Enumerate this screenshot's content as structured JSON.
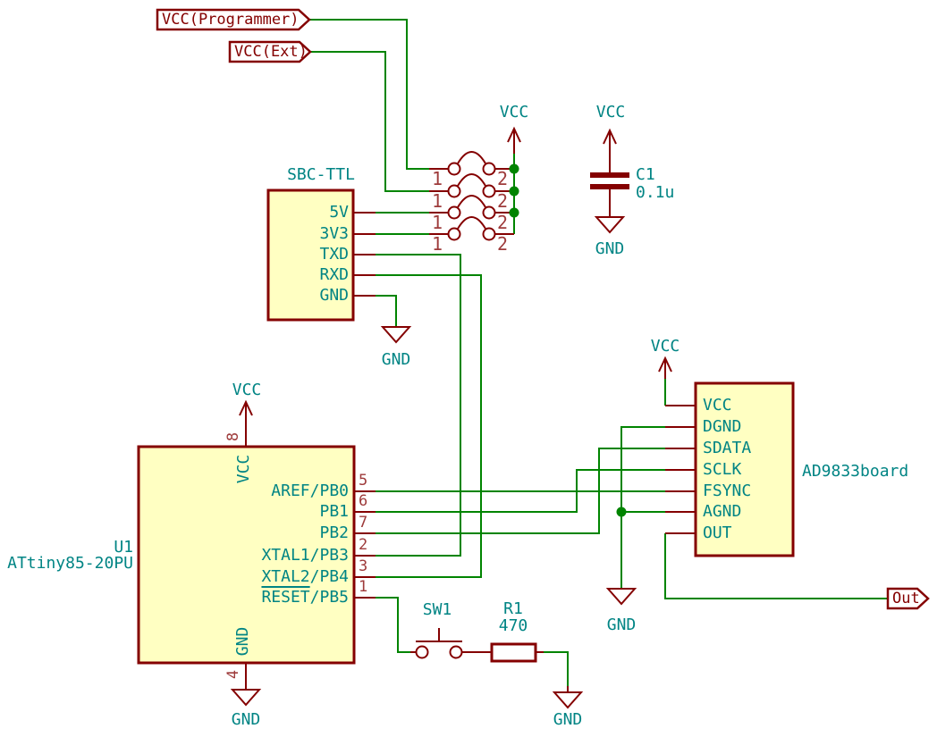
{
  "colors": {
    "background": "#FFFFFF",
    "wire_green": "#008400",
    "symbol_red": "#840000",
    "component_fill": "#FFFFC2",
    "text_teal": "#008484",
    "pin_number_red": "#9E3B3B",
    "junction_green": "#008400"
  },
  "global_labels": {
    "vcc_programmer": "VCC(Programmer)",
    "vcc_ext": "VCC(Ext)",
    "out": "Out"
  },
  "power": {
    "vcc": "VCC",
    "gnd": "GND"
  },
  "sbc_ttl": {
    "title": "SBC-TTL",
    "pins": [
      "5V",
      "3V3",
      "TXD",
      "RXD",
      "GND"
    ]
  },
  "jumper_block": {
    "left_pin_number": "1",
    "right_pin_number": "2"
  },
  "c1": {
    "ref": "C1",
    "value": "0.1u"
  },
  "u1": {
    "ref": "U1",
    "value": "ATtiny85-20PU",
    "top_pin": {
      "name": "VCC",
      "number": "8"
    },
    "bottom_pin": {
      "name": "GND",
      "number": "4"
    },
    "right_pins": [
      {
        "name": "AREF/PB0",
        "number": "5"
      },
      {
        "name": "PB1",
        "number": "6"
      },
      {
        "name": "PB2",
        "number": "7"
      },
      {
        "name": "XTAL1/PB3",
        "number": "2"
      },
      {
        "name": "XTAL2/PB4",
        "number": "3"
      },
      {
        "name": "/PB5",
        "overline": "RESET",
        "number": "1"
      }
    ]
  },
  "ad9833": {
    "title": "AD9833board",
    "pins": [
      "VCC",
      "DGND",
      "SDATA",
      "SCLK",
      "FSYNC",
      "AGND",
      "OUT"
    ]
  },
  "sw1": {
    "ref": "SW1"
  },
  "r1": {
    "ref": "R1",
    "value": "470"
  }
}
